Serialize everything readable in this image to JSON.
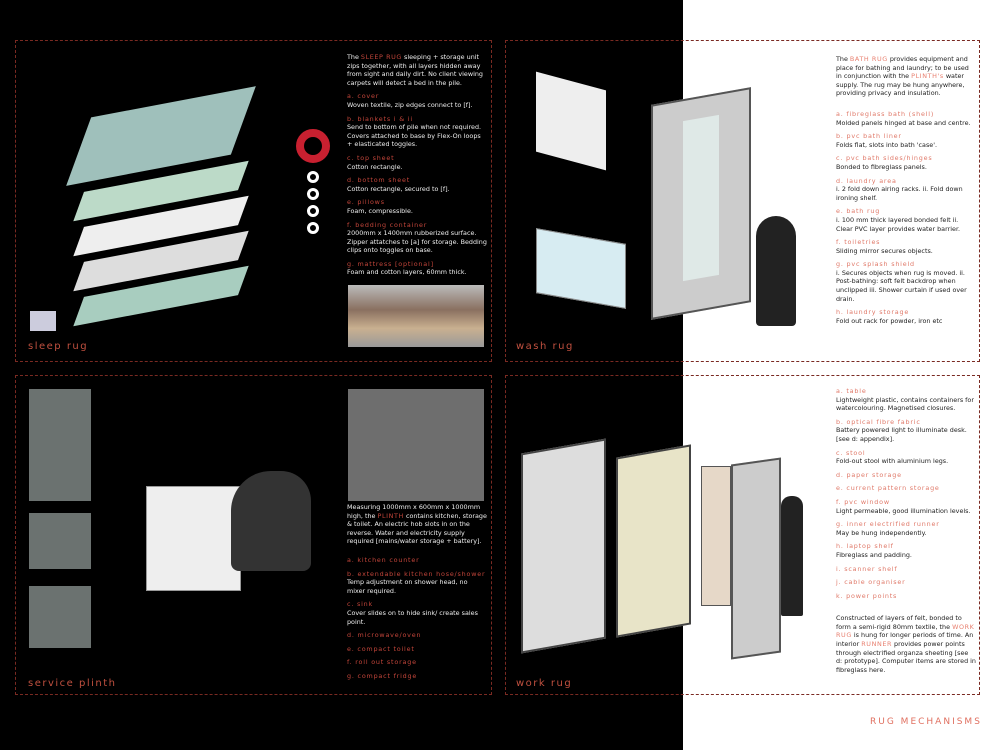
{
  "colors": {
    "accent": "#c2453a",
    "background_dark": "#000000",
    "background_light": "#ffffff"
  },
  "footer": "RUG MECHANISMS",
  "sleep": {
    "title": "sleep rug",
    "intro_a": "The ",
    "intro_hl": "SLEEP RUG",
    "intro_b": " sleeping + storage unit zips together, with all layers hidden away from sight and daily dirt. No client viewing carpets will detect a bed in the pile.",
    "items": [
      {
        "label": "a. cover",
        "desc": "Woven textile, zip edges connect to [f]."
      },
      {
        "label": "b. blankets i & ii",
        "desc": "Send to bottom of pile when not required. Covers attached to base by Flex-On loops + elasticated toggles."
      },
      {
        "label": "c. top sheet",
        "desc": "Cotton rectangle."
      },
      {
        "label": "d. bottom sheet",
        "desc": "Cotton rectangle, secured to [f]."
      },
      {
        "label": "e. pillows",
        "desc": "Foam, compressible."
      },
      {
        "label": "f. bedding container",
        "desc": "2000mm x 1400mm rubberized surface. Zipper attatches to [a] for storage. Bedding clips onto toggles on base."
      },
      {
        "label": "g. mattress [optional]",
        "desc": "Foam and cotton layers, 60mm thick."
      }
    ]
  },
  "wash": {
    "title": "wash rug",
    "intro_a": "The ",
    "intro_hl": "BATH RUG",
    "intro_b": " provides equipment and place for bathing and laundry; to be used in conjunction with the ",
    "intro_hl2": "PLINTH's",
    "intro_c": " water supply. The rug may be hung anywhere, providing privacy and insulation.",
    "items": [
      {
        "label": "a. fibreglass bath (shell)",
        "desc": "Molded panels hinged at base and centre."
      },
      {
        "label": "b. pvc bath liner",
        "desc": "Folds flat, slots into bath 'case'."
      },
      {
        "label": "c. pvc bath sides/hinges",
        "desc": "Bonded to fibreglass panels."
      },
      {
        "label": "d. laundry area",
        "desc": "i. 2 fold down airing racks. ii. Fold down ironing shelf."
      },
      {
        "label": "e. bath rug",
        "desc": "i. 100 mm thick layered bonded felt ii. Clear PVC layer provides water barrier."
      },
      {
        "label": "f. toiletries",
        "desc": "Sliding mirror secures objects."
      },
      {
        "label": "g. pvc splash shield",
        "desc": "i. Secures objects when rug is moved. ii. Post-bathing: soft felt backdrop when unclipped iii. Shower curtain if used over drain."
      },
      {
        "label": "h. laundry storage",
        "desc": "Fold out rack for powder, iron etc"
      }
    ]
  },
  "plinth": {
    "title": "service plinth",
    "intro_a": "Measuring 1000mm x 600mm x 1000mm high, the ",
    "intro_hl": "PLINTH",
    "intro_b": " contains kitchen, storage & toilet. An electric hob slots in on the reverse. Water and electricity supply required [mains/water storage + battery].",
    "items": [
      {
        "label": "a. kitchen counter",
        "desc": ""
      },
      {
        "label": "b. extendable kitchen hose/shower",
        "desc": "Temp adjustment on shower head, no mixer required."
      },
      {
        "label": "c. sink",
        "desc": "Cover slides on to hide sink/ create sales point."
      },
      {
        "label": "d. microwave/oven",
        "desc": ""
      },
      {
        "label": "e. compact toilet",
        "desc": ""
      },
      {
        "label": "f. roll out storage",
        "desc": ""
      },
      {
        "label": "g. compact fridge",
        "desc": ""
      }
    ]
  },
  "work": {
    "title": "work rug",
    "items": [
      {
        "label": "a. table",
        "desc": "Lightweight plastic, contains containers for watercolouring. Magnetised closures."
      },
      {
        "label": "b. optical fibre fabric",
        "desc": "Battery powered light to illuminate desk. [see d: appendix]."
      },
      {
        "label": "c. stool",
        "desc": "Fold-out stool with aluminium legs."
      },
      {
        "label": "d. paper storage",
        "desc": ""
      },
      {
        "label": "e. current pattern storage",
        "desc": ""
      },
      {
        "label": "f. pvc window",
        "desc": "Light permeable, good illumination levels."
      },
      {
        "label": "g. inner electrified runner",
        "desc": "May be hung independently."
      },
      {
        "label": "h. laptop shelf",
        "desc": "Fibreglass and padding."
      },
      {
        "label": "i. scanner shelf",
        "desc": ""
      },
      {
        "label": "j. cable organiser",
        "desc": ""
      },
      {
        "label": "k. power points",
        "desc": ""
      }
    ],
    "outro_a": "Constructed of layers of felt, bonded to form a semi-rigid 80mm textile, the ",
    "outro_hl": "WORK RUG",
    "outro_b": " is hung for longer periods of time. An interior ",
    "outro_hl2": "RUNNER",
    "outro_c": " provides power points through electrified organza sheeting [see d: prototype]. Computer items are stored in fibreglass here."
  }
}
